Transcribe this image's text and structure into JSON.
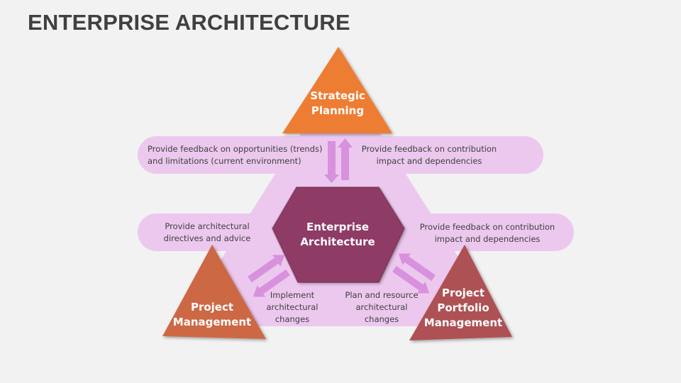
{
  "title": "ENTERPRISE ARCHITECTURE",
  "colors": {
    "background": "#f2f2f2",
    "band": "#ecc8ee",
    "arrow": "#d891dd",
    "strategic": "#ed7d31",
    "project_management": "#cd6745",
    "portfolio_management": "#ae5155",
    "hexagon": "#8e3a66"
  },
  "center": {
    "line1": "Enterprise",
    "line2": "Architecture"
  },
  "nodes": {
    "strategic": {
      "line1": "Strategic",
      "line2": "Planning"
    },
    "project": {
      "line1": "Project",
      "line2": "Management"
    },
    "portfolio": {
      "line1": "Project",
      "line2": "Portfolio",
      "line3": "Management"
    }
  },
  "flows": {
    "top_left": {
      "line1": "Provide feedback on  opportunities (trends)",
      "line2": "and limitations (current environment)"
    },
    "top_right": {
      "line1": "Provide feedback on  contribution",
      "line2": "impact and dependencies"
    },
    "mid_left": {
      "line1": "Provide architectural",
      "line2": "directives and advice"
    },
    "mid_right": {
      "line1": "Provide feedback on  contribution",
      "line2": "impact and dependencies"
    },
    "bottom_left": {
      "line1": "Implement",
      "line2": "architectural",
      "line3": "changes"
    },
    "bottom_right": {
      "line1": "Plan and resource",
      "line2": "architectural",
      "line3": "changes"
    }
  }
}
